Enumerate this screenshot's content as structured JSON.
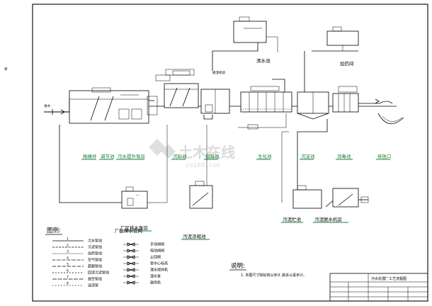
{
  "drawing": {
    "margin_mark": "目"
  },
  "inlet": {
    "label": "进水"
  },
  "top_units": {
    "u1": "清水池",
    "u2": "加药间",
    "u3": "脱泥机房"
  },
  "unit_labels": {
    "l1": "格栅井",
    "l2": "调节池",
    "l3": "污水提升泵房",
    "l4": "沉砂池",
    "l5": "混凝池",
    "l6": "生化池",
    "l7": "沉淀池",
    "l8": "消毒池",
    "l9": "排放口"
  },
  "bottom_units": {
    "b1": "厂区排水泵房",
    "b2": "污泥浓缩池",
    "b3": "污泥贮池",
    "b4": "污泥脱水机房"
  },
  "legend": {
    "title": "图例:",
    "header": "厂区排水管网",
    "left_items": [
      "污水管线",
      "污泥管线",
      "加药管线",
      "空气管线",
      "超越管线",
      "回流污泥管线",
      "放空管线",
      "溢流管"
    ],
    "right_items": [
      "手动闸阀",
      "电动闸阀",
      "止回阀",
      "管中心标高",
      "潜水搅拌机",
      "潜水泵",
      "鼓风机"
    ]
  },
  "notes": {
    "title": "说明:",
    "line1": "1. 本图尺寸除标高以米计,其余以毫米计。"
  },
  "title_block": {
    "title": "污水处理厂工艺流程图"
  },
  "watermark": {
    "text": "土木在线",
    "url": "co188.com"
  }
}
